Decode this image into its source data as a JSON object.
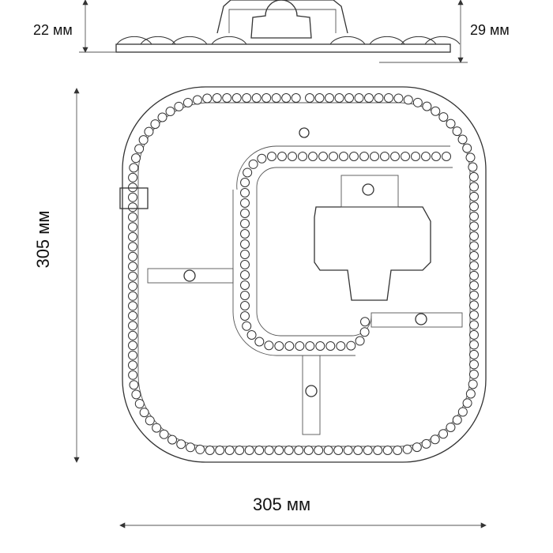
{
  "dimensions": {
    "left_height": "22 мм",
    "right_height": "29 мм",
    "vertical_size": "305 мм",
    "horizontal_size": "305 мм"
  },
  "drawing": {
    "led_color": "#ffffff",
    "stroke_color": "#333333"
  }
}
